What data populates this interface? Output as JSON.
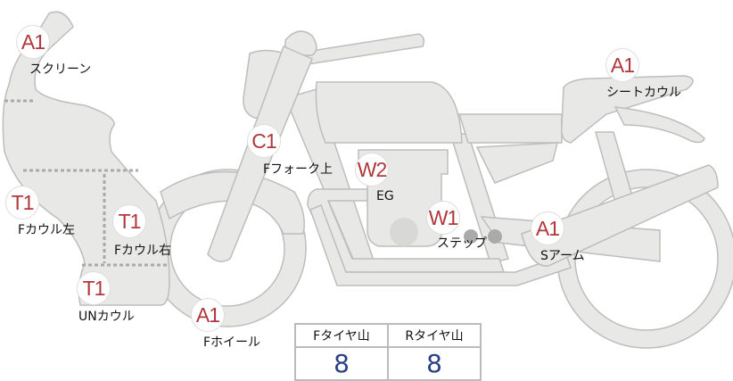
{
  "parts": [
    {
      "id": "screen",
      "grade": "A1",
      "label": "スクリーン"
    },
    {
      "id": "fcowl-left",
      "grade": "T1",
      "label": "Fカウル左"
    },
    {
      "id": "fcowl-right",
      "grade": "T1",
      "label": "Fカウル右"
    },
    {
      "id": "un-cowl",
      "grade": "T1",
      "label": "UNカウル"
    },
    {
      "id": "f-wheel",
      "grade": "A1",
      "label": "Fホイール"
    },
    {
      "id": "f-fork-top",
      "grade": "C1",
      "label": "Fフォーク上"
    },
    {
      "id": "engine",
      "grade": "W2",
      "label": "EG"
    },
    {
      "id": "step",
      "grade": "W1",
      "label": "ステップ"
    },
    {
      "id": "s-arm",
      "grade": "A1",
      "label": "Sアーム"
    },
    {
      "id": "seat-cowl",
      "grade": "A1",
      "label": "シートカウル"
    }
  ],
  "tyre_table": {
    "headers": [
      "Fタイヤ山",
      "Rタイヤ山"
    ],
    "values": [
      "8",
      "8"
    ]
  },
  "colors": {
    "part_fill": "#e8e8e6",
    "part_stroke": "#bdbdbd",
    "grade_text": "#b0383c",
    "value_text": "#2a3f86"
  }
}
